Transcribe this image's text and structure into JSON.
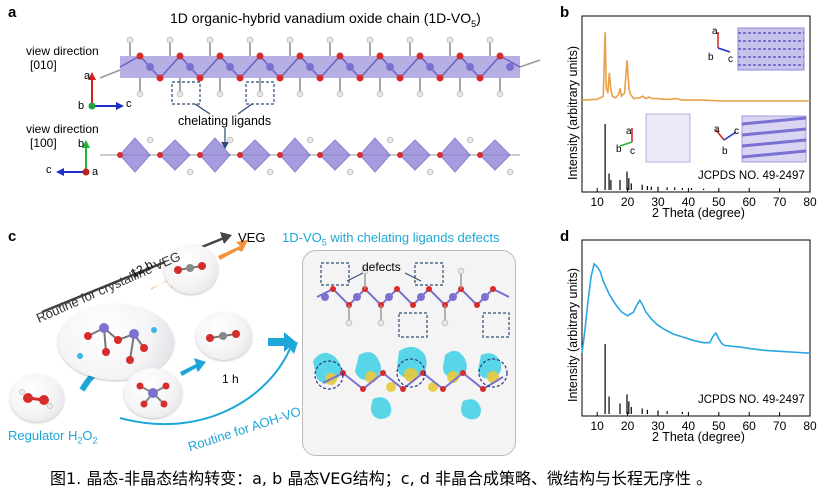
{
  "panel_a": {
    "label": "a",
    "title_main": "1D organic-hybrid vanadium oxide chain (1D-VO",
    "title_sub": "5",
    "title_end": ")",
    "view1_line1": "view direction",
    "view1_line2": "[010]",
    "view2_line1": "view direction",
    "view2_line2": "[100]",
    "chelating": "chelating ligands",
    "axes1": {
      "up": "a",
      "left": "b",
      "right": "c"
    },
    "axes2": {
      "up": "b",
      "left": "c",
      "right": "a"
    }
  },
  "panel_b": {
    "label": "b",
    "ylabel": "Intensity (arbitrary units)",
    "xlabel": "2 Theta (degree)",
    "jcpds": "JCPDS NO. 49-2497",
    "xticks": [
      "10",
      "20",
      "30",
      "40",
      "50",
      "60",
      "70",
      "80"
    ],
    "axes_top": {
      "up": "a",
      "b": "b",
      "c": "c"
    },
    "axes_mid1": {
      "up": "a",
      "b": "b",
      "c": "c"
    },
    "axes_mid2": {
      "a": "a",
      "b": "b",
      "c": "c"
    },
    "curve_color": "#e8a04a"
  },
  "panel_c": {
    "label": "c",
    "routine1": "Routine for crystalline VEG",
    "time1": "12 h",
    "veg": "VEG",
    "defect_title_main": "1D-VO",
    "defect_title_sub": "5",
    "defect_title_end": " with chelating ligands defects",
    "defects": "defects",
    "time2": "1 h",
    "regulator_main": "Regulator H",
    "regulator_sub": "2",
    "regulator_end": "O",
    "regulator_sub2": "2",
    "routine2": "Routine for AOH-VO",
    "accent": "#1da7d9",
    "arrow_orange": "#f0923a"
  },
  "panel_d": {
    "label": "d",
    "ylabel": "Intensity (arbitrary units)",
    "xlabel": "2 Theta (degree)",
    "jcpds": "JCPDS NO. 49-2497",
    "xticks": [
      "10",
      "20",
      "30",
      "40",
      "50",
      "60",
      "70",
      "80"
    ],
    "curve_color": "#2aa6e0"
  },
  "caption": "图1. 晶态-非晶态结构转变：a, b 晶态VEG结构；c, d 非晶合成策略、微结构与长程无序性 。",
  "chart_data": [
    {
      "type": "line",
      "panel": "b",
      "xlabel": "2 Theta (degree)",
      "ylabel": "Intensity (arbitrary units)",
      "xlim": [
        5,
        80
      ],
      "series": [
        {
          "x": [
            5,
            10,
            12,
            12.6,
            13,
            13.5,
            14,
            14.5,
            15,
            16,
            17,
            17.5,
            18,
            19,
            19.8,
            20.5,
            21,
            22,
            24,
            25,
            26,
            27,
            28,
            30,
            32,
            34,
            36,
            38,
            40,
            45,
            50,
            60,
            70,
            80
          ],
          "y": [
            0.05,
            0.06,
            0.1,
            0.92,
            0.2,
            0.14,
            0.4,
            0.18,
            0.1,
            0.08,
            0.12,
            0.2,
            0.1,
            0.14,
            0.56,
            0.18,
            0.12,
            0.07,
            0.08,
            0.1,
            0.07,
            0.09,
            0.07,
            0.07,
            0.06,
            0.06,
            0.07,
            0.05,
            0.05,
            0.05,
            0.04,
            0.04,
            0.04,
            0.04
          ]
        }
      ],
      "reference_sticks": {
        "x": [
          12.6,
          13.9,
          14.5,
          17.5,
          19.8,
          20.4,
          21.2,
          24.8,
          26.5,
          27.8,
          30,
          33,
          35.5,
          38,
          41,
          45
        ],
        "y": [
          1.0,
          0.25,
          0.15,
          0.15,
          0.28,
          0.18,
          0.1,
          0.08,
          0.06,
          0.05,
          0.05,
          0.04,
          0.04,
          0.03,
          0.03,
          0.02
        ]
      }
    },
    {
      "type": "line",
      "panel": "d",
      "xlabel": "2 Theta (degree)",
      "ylabel": "Intensity (arbitrary units)",
      "xlim": [
        5,
        80
      ],
      "series": [
        {
          "x": [
            5,
            6,
            7,
            8,
            9,
            10,
            11,
            12,
            14,
            16,
            18,
            20,
            22,
            23,
            24,
            25,
            26,
            28,
            30,
            32,
            35,
            38,
            40,
            42,
            45,
            47,
            48,
            49,
            50,
            51,
            52,
            55,
            58,
            60,
            65,
            70,
            75,
            80
          ],
          "y": [
            0.05,
            0.3,
            0.6,
            0.85,
            0.98,
            0.95,
            0.9,
            0.8,
            0.66,
            0.56,
            0.48,
            0.44,
            0.48,
            0.55,
            0.6,
            0.55,
            0.48,
            0.4,
            0.34,
            0.3,
            0.25,
            0.22,
            0.2,
            0.18,
            0.16,
            0.16,
            0.22,
            0.26,
            0.2,
            0.15,
            0.13,
            0.12,
            0.11,
            0.1,
            0.08,
            0.07,
            0.06,
            0.05
          ]
        }
      ],
      "reference_sticks": {
        "x": [
          12.6,
          13.9,
          17.5,
          19.8,
          20.4,
          21.2,
          24.8,
          26.5,
          30,
          33,
          38
        ],
        "y": [
          1.0,
          0.25,
          0.15,
          0.28,
          0.18,
          0.1,
          0.08,
          0.06,
          0.05,
          0.04,
          0.03
        ]
      }
    }
  ]
}
